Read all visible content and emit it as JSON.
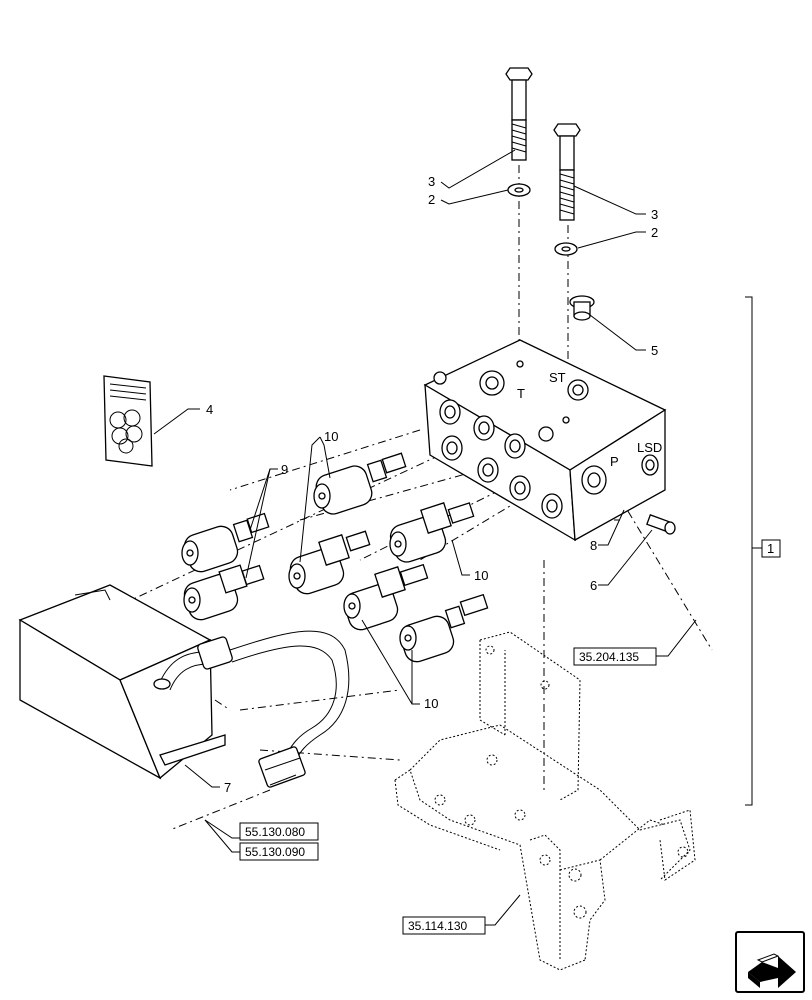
{
  "callouts": {
    "c1": "1",
    "c2a": "2",
    "c2b": "2",
    "c3a": "3",
    "c3b": "3",
    "c4": "4",
    "c5": "5",
    "c6": "6",
    "c7": "7",
    "c8": "8",
    "c9": "9",
    "c10a": "10",
    "c10b": "10",
    "c10c": "10"
  },
  "references": {
    "r1": "35.204.135",
    "r2": "55.130.080",
    "r3": "55.130.090",
    "r4": "35.114.130"
  },
  "block_markings": {
    "t": "T",
    "st": "ST",
    "p": "P",
    "lsd": "LSD"
  }
}
